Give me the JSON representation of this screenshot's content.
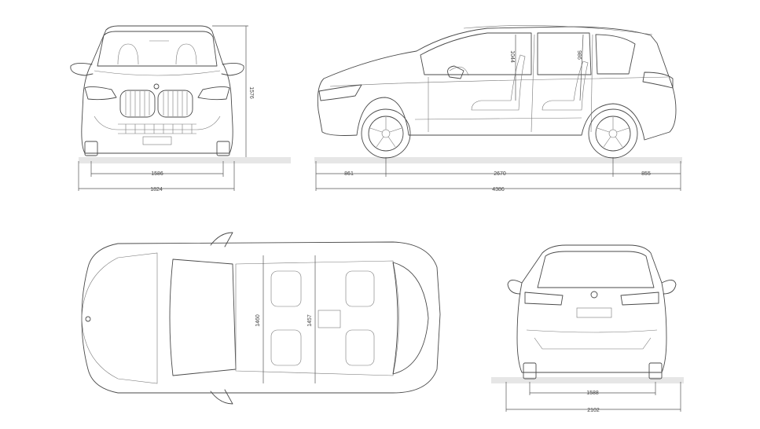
{
  "diagram": {
    "type": "vehicle-dimension-drawing",
    "colors": {
      "line": "#4a4a4a",
      "ground": "#e6e6e6",
      "background": "#ffffff"
    },
    "views": {
      "front": {
        "height": "1576",
        "track": "1586",
        "width": "1824"
      },
      "side": {
        "front_overhang": "861",
        "wheelbase": "2670",
        "rear_overhang": "855",
        "length": "4386",
        "headroom_front": "1044",
        "headroom_rear": "986"
      },
      "top": {
        "shoulder_front": "1460",
        "shoulder_rear": "1457"
      },
      "rear": {
        "track": "1588",
        "width_mirrors": "2102"
      }
    }
  }
}
